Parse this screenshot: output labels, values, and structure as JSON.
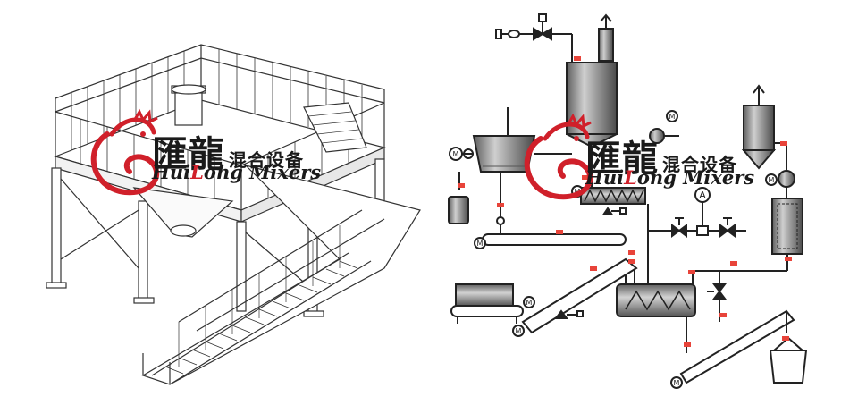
{
  "watermark": {
    "brand_cn_big": "匯龍",
    "brand_cn_small": "混合设备",
    "brand_en_pre": "Hui",
    "brand_en_red": "L",
    "brand_en_post": "ong Mixers",
    "color_red": "#d0202a",
    "color_dark": "#1a1a1a"
  },
  "diagram": {
    "motor_symbol": "M",
    "gauge_symbol": "A",
    "line_color": "#222222",
    "flow_arrow_color": "#e8443a",
    "vessel_fill": "#8c8c8c"
  }
}
